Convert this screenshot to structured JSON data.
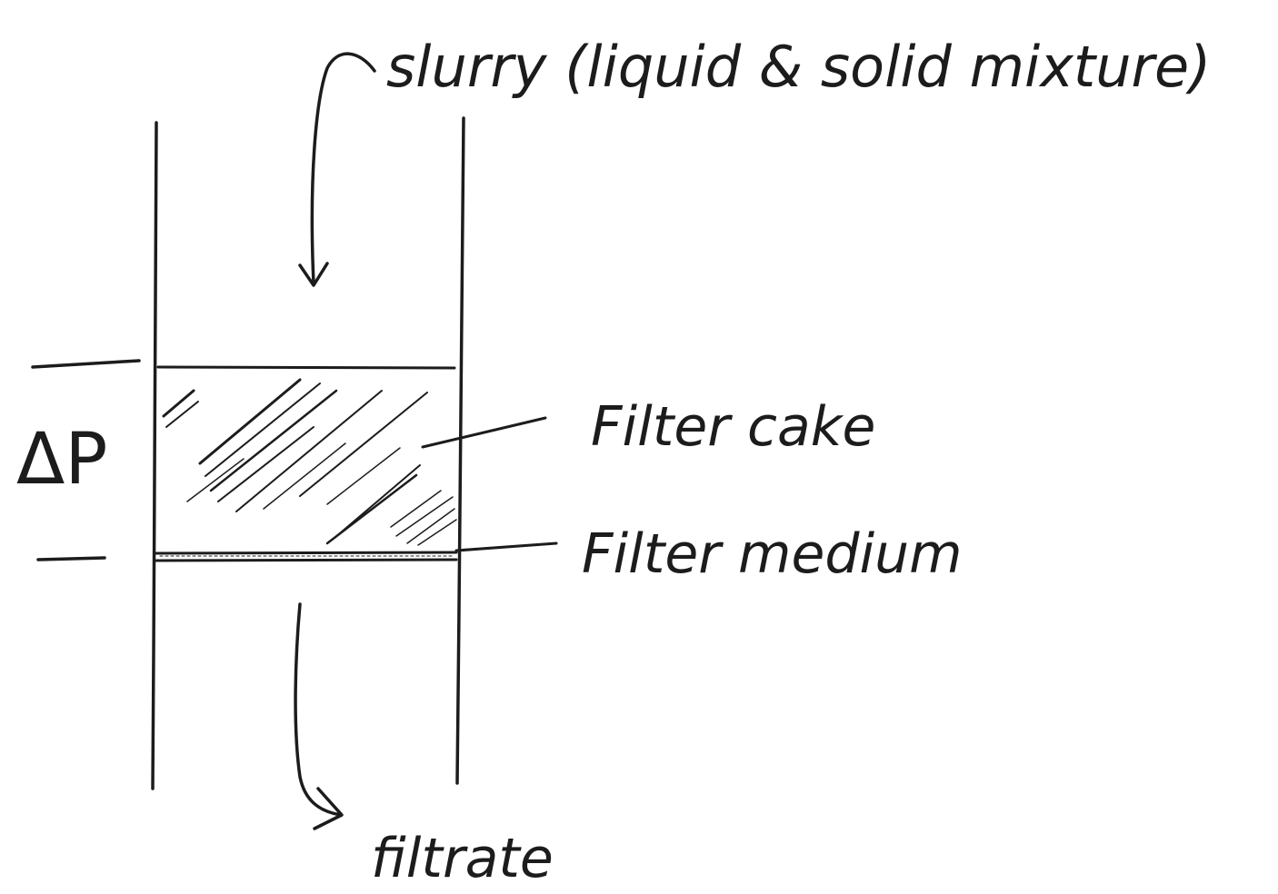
{
  "labels": {
    "slurry": "slurry (liquid & solid mixture)",
    "delta_p": "ΔP",
    "filter_cake": "Filter cake",
    "filter_medium": "Filter medium",
    "filtrate": "filtrate"
  },
  "colors": {
    "ink": "#1c1c1c",
    "paper": "#ffffff"
  }
}
